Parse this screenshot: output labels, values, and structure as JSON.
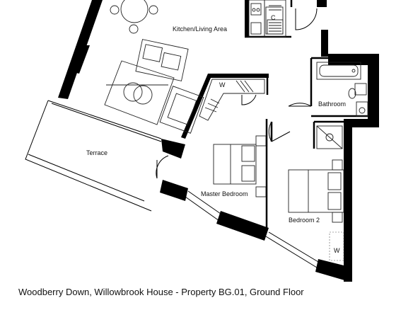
{
  "rooms": {
    "kitchen_living": "Kitchen/Living Area",
    "terrace": "Terrace",
    "bathroom": "Bathroom",
    "master_bedroom": "Master Bedroom",
    "bedroom_2": "Bedroom 2"
  },
  "markers": {
    "wardrobe_top": "W",
    "wardrobe_right": "W",
    "cupboard": "C"
  },
  "caption": "Woodberry Down, Willowbrook House - Property BG.01, Ground Floor"
}
